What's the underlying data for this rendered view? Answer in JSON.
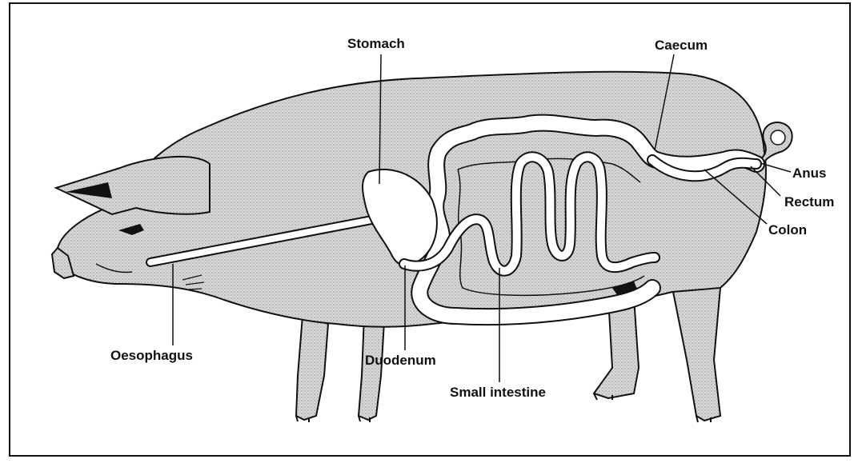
{
  "labels": {
    "stomach": "Stomach",
    "caecum": "Caecum",
    "anus": "Anus",
    "rectum": "Rectum",
    "colon": "Colon",
    "oesophagus": "Oesophagus",
    "duodenum": "Duodenum",
    "small_intestine": "Small intestine"
  },
  "colors": {
    "ink": "#111111",
    "body_fill": "#d4d4d4",
    "gut_fill": "#ffffff"
  }
}
